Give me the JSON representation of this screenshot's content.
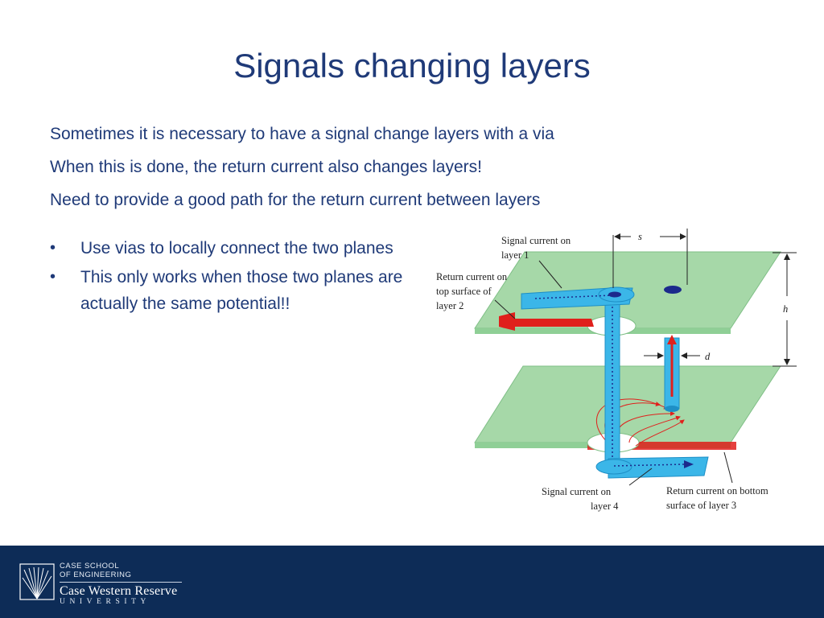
{
  "slide": {
    "title": "Signals changing layers",
    "intro_lines": [
      "Sometimes it is necessary to have a signal change layers with a via",
      "When this is done, the return current also changes layers!",
      "Need to provide a good path for the return current between layers"
    ],
    "bullets": [
      "Use vias to locally connect the two planes",
      "This only works when those two planes are actually the same potential!!"
    ],
    "bullet_symbol": "•"
  },
  "diagram": {
    "labels": {
      "signal_layer1_a": "Signal current on",
      "signal_layer1_b": "layer 1",
      "return_top_a": "Return current on",
      "return_top_b": "top surface of",
      "return_top_c": "layer 2",
      "s": "s",
      "h": "h",
      "d": "d",
      "signal_layer4_a": "Signal current on",
      "signal_layer4_b": "layer 4",
      "return_bottom_a": "Return current on bottom",
      "return_bottom_b": "surface of layer 3"
    },
    "colors": {
      "plane": "#a6d8a8",
      "plane_edge": "#7fbf86",
      "trace": "#3bb6e8",
      "trace_dark": "#1e8fc6",
      "return_current": "#e0201c",
      "pad": "#1c2a8c"
    }
  },
  "footer": {
    "school_line1": "CASE SCHOOL",
    "school_line2": "OF ENGINEERING",
    "university_name": "Case Western Reserve",
    "university_sub": "UNIVERSITY",
    "background": "#0d2c57"
  }
}
